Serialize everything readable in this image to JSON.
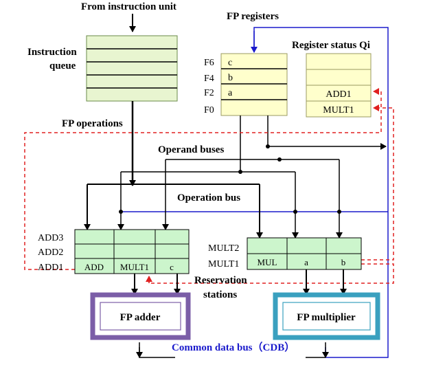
{
  "labels": {
    "instruction_unit": "From instruction unit",
    "instruction_queue_line1": "Instruction",
    "instruction_queue_line2": "queue",
    "fp_registers": "FP registers",
    "register_status": "Register status Qi",
    "fp_operations": "FP operations",
    "operand_buses": "Operand buses",
    "operation_bus": "Operation bus",
    "reservation_line1": "Reservation",
    "reservation_line2": "stations",
    "fp_adder": "FP adder",
    "fp_multiplier": "FP multiplier",
    "cdb": "Common data bus（CDB）"
  },
  "fp_registers": [
    {
      "name": "F6",
      "value": "c"
    },
    {
      "name": "F4",
      "value": "b"
    },
    {
      "name": "F2",
      "value": "a"
    },
    {
      "name": "F0",
      "value": ""
    }
  ],
  "register_status": [
    "",
    "",
    "ADD1",
    "MULT1"
  ],
  "adder_stations": {
    "names": [
      "ADD3",
      "ADD2",
      "ADD1"
    ],
    "add1_cells": [
      "ADD",
      "MULT1",
      "c"
    ]
  },
  "mult_stations": {
    "names": [
      "MULT2",
      "MULT1"
    ],
    "mult1_cells": [
      "MUL",
      "a",
      "b"
    ]
  },
  "colors": {
    "cell_fill": "#ccf5cc",
    "queue_fill": "#e8f5d0",
    "register_fill": "#ffffcc",
    "cdb": "#1a1acc",
    "red_dashed": "#e02020",
    "adder_border": "#7b5ea7",
    "multiplier_border": "#3aa0bf"
  }
}
